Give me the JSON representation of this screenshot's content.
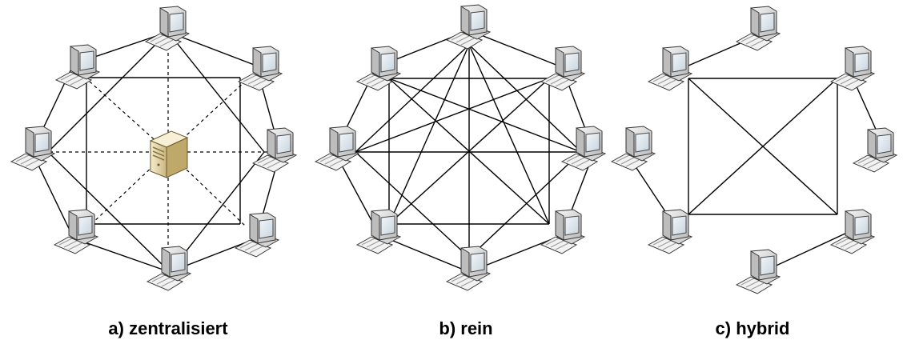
{
  "diagrams": [
    {
      "id": "a",
      "caption": "a) zentralisiert",
      "has_server": true
    },
    {
      "id": "b",
      "caption": "b) rein",
      "has_server": false
    },
    {
      "id": "c",
      "caption": "c) hybrid",
      "has_server": false
    }
  ],
  "colors": {
    "line": "#000000",
    "monitor_body": "#e6e6e6",
    "monitor_screen": "#d9e4ee",
    "server_body": "#e8d9a8",
    "background": "#ffffff"
  },
  "icons": {
    "computer": "desktop-computer-icon",
    "server": "server-tower-icon"
  }
}
